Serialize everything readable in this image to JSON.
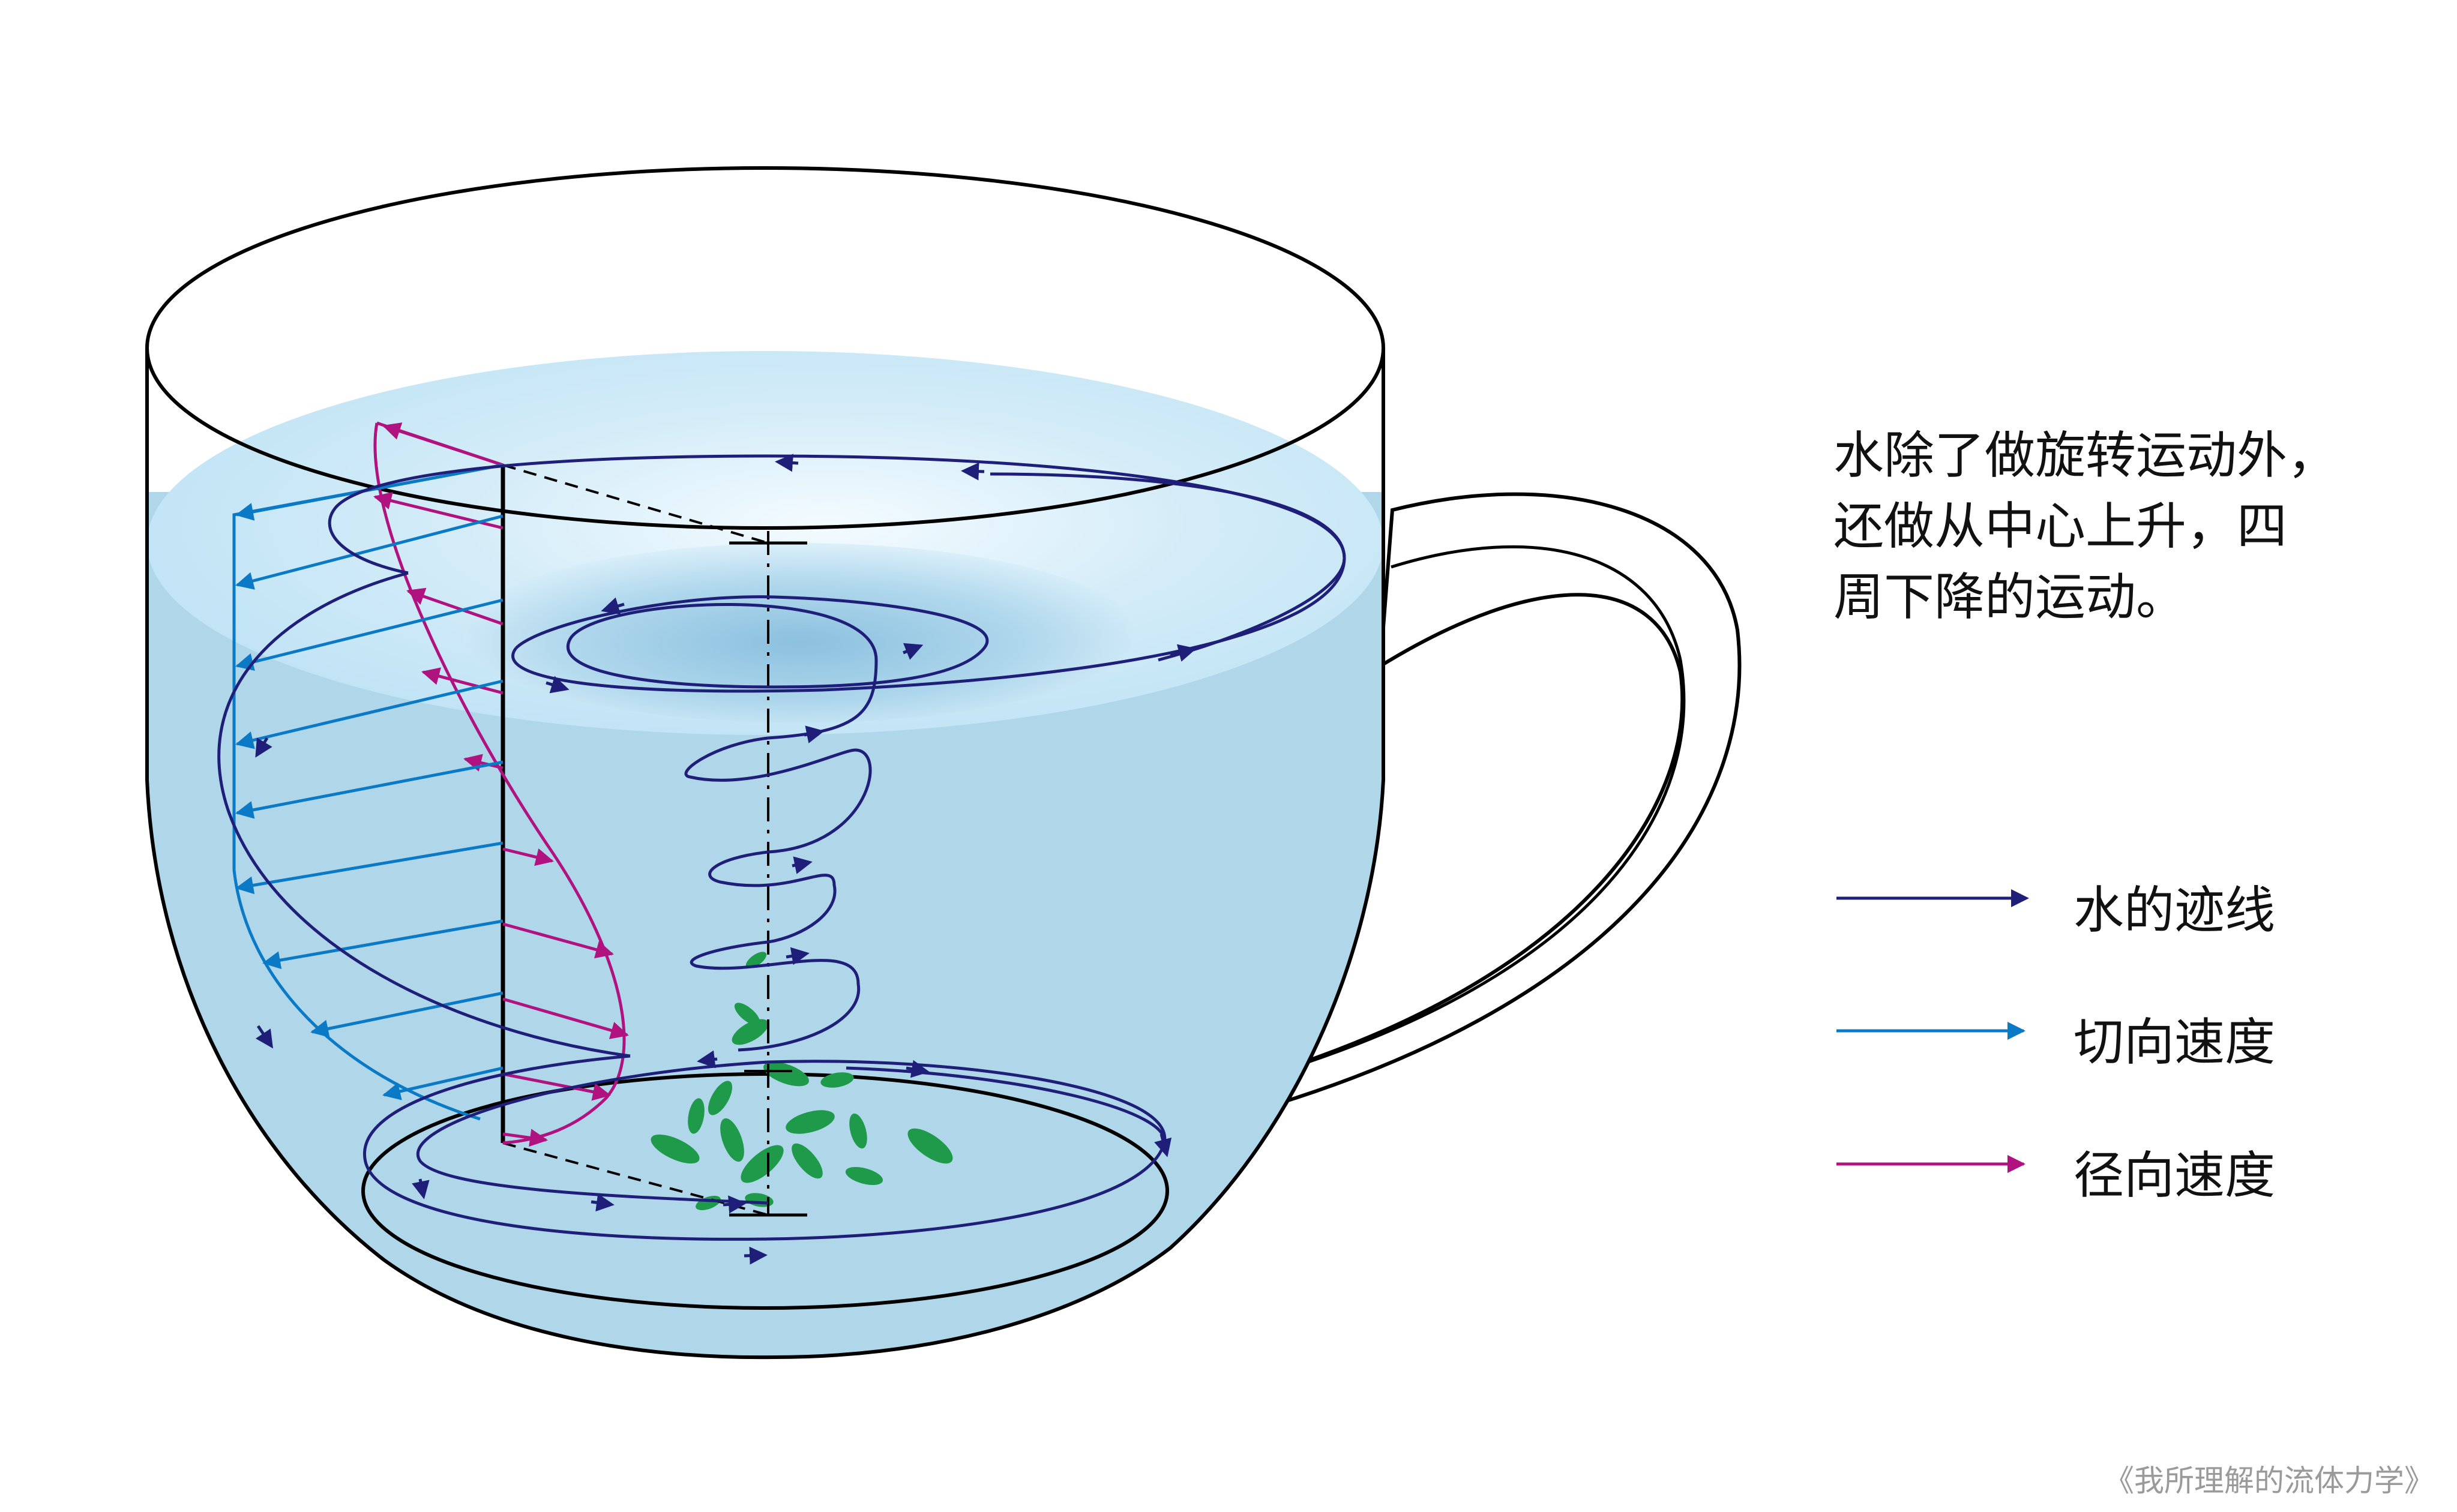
{
  "description_lines": [
    "水除了做旋转运动外，",
    "还做从中心上升，四",
    "周下降的运动。"
  ],
  "legend": [
    {
      "label": "水的迹线",
      "color": "#1f1f7a"
    },
    {
      "label": "切向速度",
      "color": "#0a7ac7"
    },
    {
      "label": "径向速度",
      "color": "#b0127f"
    }
  ],
  "source": "《我所理解的流体力学》",
  "colors": {
    "water_top": "#bfe3f5",
    "water_body": "#b0d6ea",
    "leaves": "#1f9a4a",
    "outline": "#000000"
  },
  "icons": [
    "teacup",
    "tea-leaf"
  ]
}
